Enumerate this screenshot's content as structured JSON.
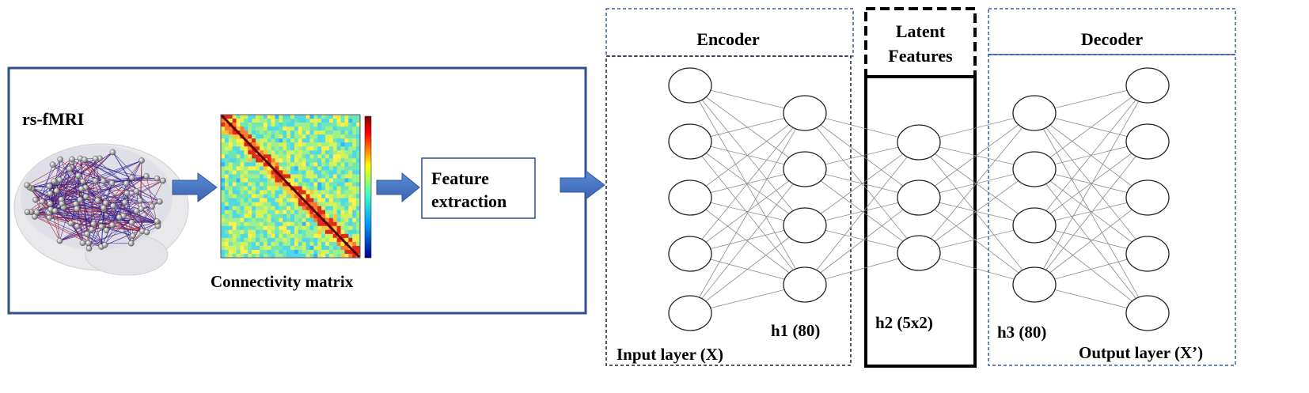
{
  "preprocessing": {
    "source_label": "rs-fMRI",
    "matrix_caption": "Connectivity matrix",
    "feature_box_line1": "Feature",
    "feature_box_line2": "extraction"
  },
  "autoencoder": {
    "encoder_title": "Encoder",
    "latent_title_line1": "Latent",
    "latent_title_line2": "Features",
    "decoder_title": "Decoder",
    "input_layer_label": "Input layer (X)",
    "h1_label": "h1 (80)",
    "h2_label": "h2 (5x2)",
    "h3_label": "h3 (80)",
    "output_layer_label": "Output layer (X’)"
  },
  "colors": {
    "frame_blue": "#2f4f8f",
    "arrow_blue": "#4472c4",
    "dashed_blue": "#3a5da8",
    "edge_gray": "#8a8a8a"
  },
  "icons": {
    "brain": "brain-network-icon",
    "matrix": "connectivity-matrix-heatmap"
  }
}
